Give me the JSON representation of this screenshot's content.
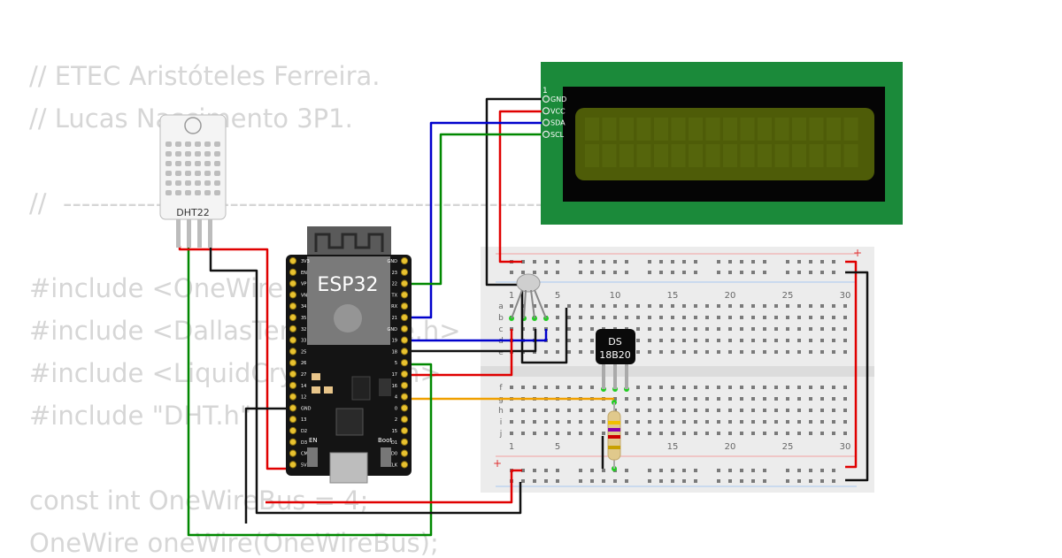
{
  "code_lines": [
    "// ETEC Aristóteles Ferreira.",
    "// Lucas Nascimento 3P1.",
    "",
    "//  ----------------------------------------------------------------",
    "",
    "#include <OneWire.h>",
    "#include <DallasTemperature.h>",
    "#include <LiquidCrystal_I2C.h>",
    "#include \"DHT.h\"",
    "",
    "const int OneWireBus = 4;",
    "OneWire oneWire(OneWireBus);"
  ],
  "dht": {
    "label": "DHT22"
  },
  "esp32": {
    "label": "ESP32",
    "en_label": "EN",
    "boot_label": "Boot",
    "left_pins": [
      "3V3",
      "EN",
      "VP",
      "VN",
      "34",
      "35",
      "32",
      "33",
      "25",
      "26",
      "27",
      "14",
      "12",
      "GND",
      "13",
      "D2",
      "D3",
      "CMD",
      "5V"
    ],
    "right_pins": [
      "GND",
      "23",
      "22",
      "TX",
      "RX",
      "21",
      "GND",
      "19",
      "18",
      "5",
      "17",
      "16",
      "4",
      "0",
      "2",
      "15",
      "D1",
      "D0",
      "CLK"
    ]
  },
  "lcd": {
    "pin_number": "1",
    "pins": [
      "GND",
      "VCC",
      "SDA",
      "SCL"
    ]
  },
  "ds18b20": {
    "line1": "DS",
    "line2": "18B20"
  },
  "breadboard": {
    "col_numbers_top": [
      "1",
      "5",
      "10",
      "15",
      "20",
      "25",
      "30"
    ],
    "col_numbers_bottom": [
      "1",
      "5",
      "10",
      "15",
      "20",
      "25",
      "30"
    ],
    "rows_top": [
      "a",
      "b",
      "c",
      "d",
      "e"
    ],
    "rows_bottom": [
      "f",
      "g",
      "h",
      "i",
      "j"
    ],
    "plus": "+"
  },
  "colors": {
    "red": "#e00000",
    "black": "#111111",
    "blue": "#0000cc",
    "green": "#008800",
    "orange": "#f0a000",
    "lcd_pcb": "#1b8a3a",
    "lcd_screen": "#4e5c08"
  }
}
